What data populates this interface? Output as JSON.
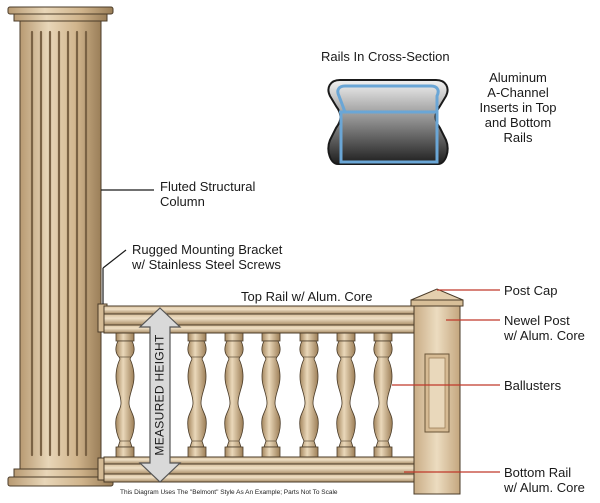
{
  "labels": {
    "cross_section_title": "Rails In Cross-Section",
    "aluminum_inserts": [
      "Aluminum",
      "A-Channel",
      "Inserts in Top",
      "and Bottom",
      "Rails"
    ],
    "fluted_column": [
      "Fluted Structural",
      "Column"
    ],
    "mounting_bracket": [
      "Rugged Mounting Bracket",
      "w/ Stainless Steel Screws"
    ],
    "top_rail": "Top Rail w/ Alum. Core",
    "post_cap": "Post Cap",
    "newel_post": [
      "Newel Post",
      "w/ Alum. Core"
    ],
    "balusters": "Ballusters",
    "bottom_rail": [
      "Bottom Rail",
      "w/ Alum. Core"
    ],
    "measured_height": "MEASURED HEIGHT",
    "footnote": "This Diagram Uses The \"Belmont\" Style As An Example; Parts Not To Scale"
  },
  "colors": {
    "tan_light": "#e6d2b2",
    "tan_mid": "#cdb18a",
    "tan_dark": "#8a7050",
    "outline": "#4a3b28",
    "red_leader": "#c0392b",
    "alum_channel": "#6aa6d6",
    "arrow_fill": "#d9d9d9"
  }
}
